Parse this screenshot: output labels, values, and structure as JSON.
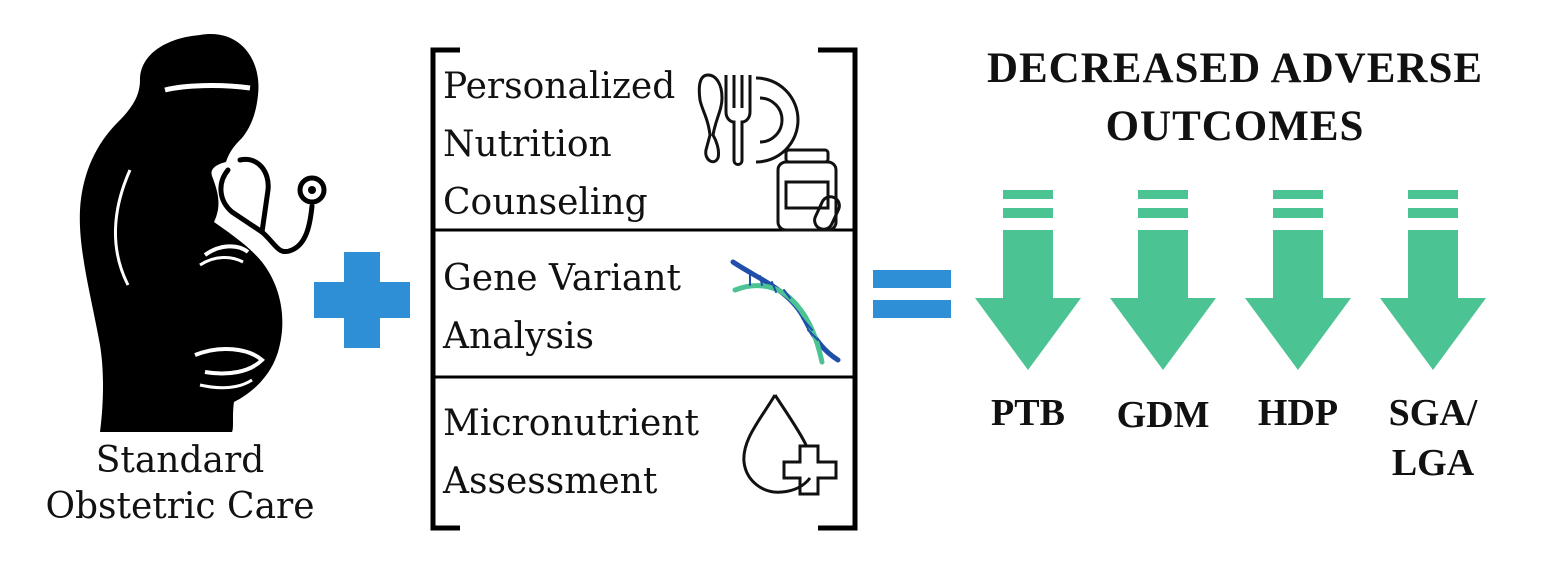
{
  "care": {
    "line1": "Standard",
    "line2": "Obstetric Care"
  },
  "components": [
    {
      "lines": [
        "Personalized",
        "Nutrition",
        "Counseling"
      ],
      "icon": "nutrition-icon"
    },
    {
      "lines": [
        "Gene Variant",
        "Analysis"
      ],
      "icon": "dna-icon"
    },
    {
      "lines": [
        "Micronutrient",
        "Assessment"
      ],
      "icon": "drop-plus-icon"
    }
  ],
  "headline": {
    "line1": "DECREASED ADVERSE",
    "line2": "OUTCOMES"
  },
  "outcomes": [
    {
      "lines": [
        "PTB"
      ]
    },
    {
      "lines": [
        "GDM"
      ]
    },
    {
      "lines": [
        "HDP"
      ]
    },
    {
      "lines": [
        "SGA/",
        "LGA"
      ]
    }
  ],
  "colors": {
    "plus": "#2e8fd6",
    "equals": "#2e8fd6",
    "arrow": "#4cc393",
    "dna_blue": "#1f4fa8",
    "dna_green": "#4cc393"
  }
}
